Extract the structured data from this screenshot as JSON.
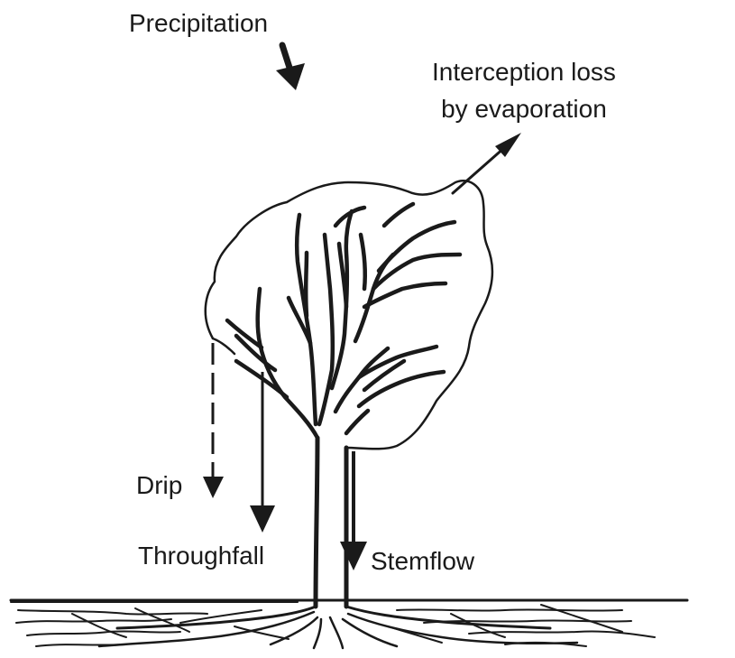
{
  "labels": {
    "precipitation": "Precipitation",
    "interception_line1": "Interception loss",
    "interception_line2": "by evaporation",
    "drip": "Drip",
    "throughfall": "Throughfall",
    "stemflow": "Stemflow"
  },
  "colors": {
    "ink": "#1a1a1a",
    "background": "#ffffff"
  }
}
